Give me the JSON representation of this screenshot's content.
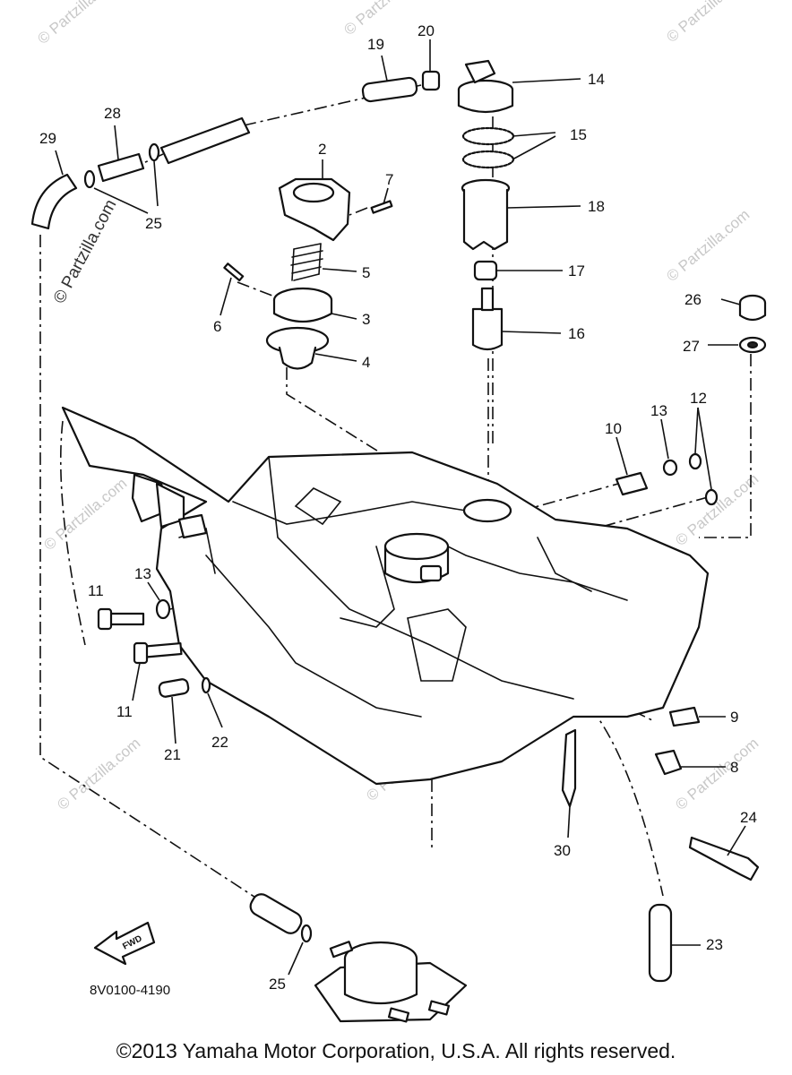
{
  "watermark": "© Partzilla.com",
  "diagram_code": "8V0100-4190",
  "direction_label": "FWD",
  "copyright": "©2013  Yamaha Motor Corporation, U.S.A. All rights reserved.",
  "callouts": {
    "c2": "2",
    "c3": "3",
    "c4": "4",
    "c5": "5",
    "c6": "6",
    "c7": "7",
    "c8": "8",
    "c9": "9",
    "c10": "10",
    "c11a": "11",
    "c11b": "11",
    "c12": "12",
    "c13a": "13",
    "c13b": "13",
    "c14": "14",
    "c15": "15",
    "c16": "16",
    "c17": "17",
    "c18": "18",
    "c19": "19",
    "c20": "20",
    "c21": "21",
    "c22": "22",
    "c23": "23",
    "c24": "24",
    "c25a": "25",
    "c25b": "25",
    "c26": "26",
    "c27": "27",
    "c28": "28",
    "c29": "29",
    "c30": "30"
  }
}
